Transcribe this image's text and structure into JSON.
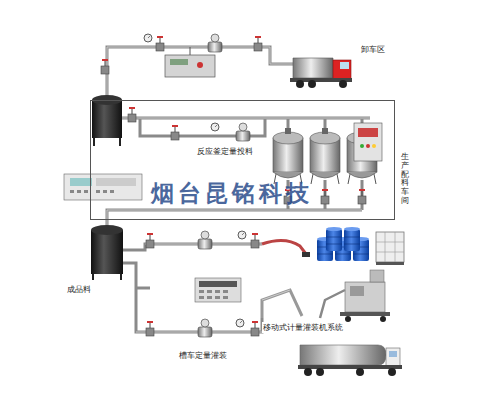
{
  "diagram": {
    "nodes": [
      {
        "text": [
          "生产配料车间"
        ]
      }
    ],
    "labels": [
      "卸车区",
      "反应釜定量投料",
      "烟台昆铭科技",
      "成品料",
      "移动式计量灌装机系统",
      "槽车定量灌装"
    ]
  }
}
